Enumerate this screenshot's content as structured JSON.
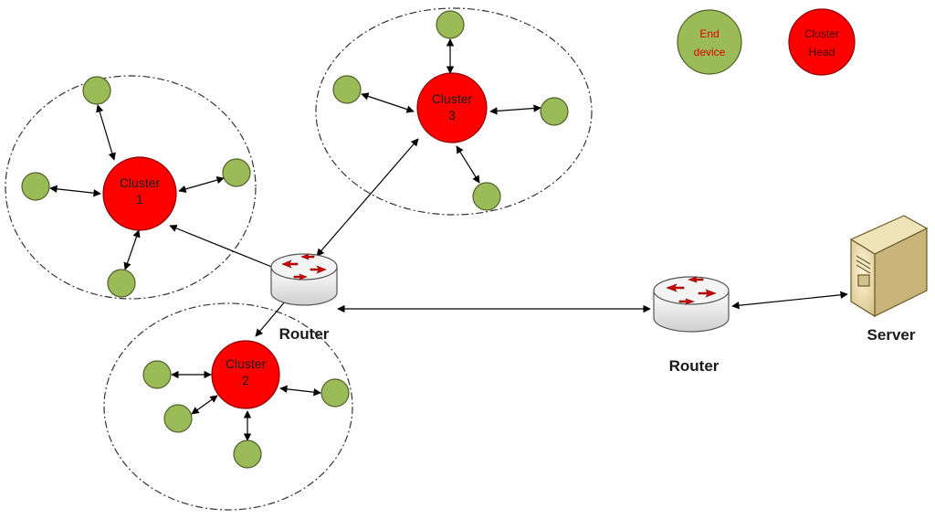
{
  "legend": {
    "end_device_line1": "End",
    "end_device_line2": "device",
    "cluster_head_line1": "Cluster",
    "cluster_head_line2": "Head"
  },
  "clusters": {
    "c1_line1": "Cluster",
    "c1_line2": "1",
    "c2_line1": "Cluster",
    "c2_line2": "2",
    "c3_line1": "Cluster",
    "c3_line2": "3"
  },
  "devices": {
    "router_left": "Router",
    "router_right": "Router",
    "server": "Server"
  },
  "colors": {
    "end_device": "#9bbb59",
    "cluster_head": "#ff0000",
    "legend_text": "#e00000"
  }
}
